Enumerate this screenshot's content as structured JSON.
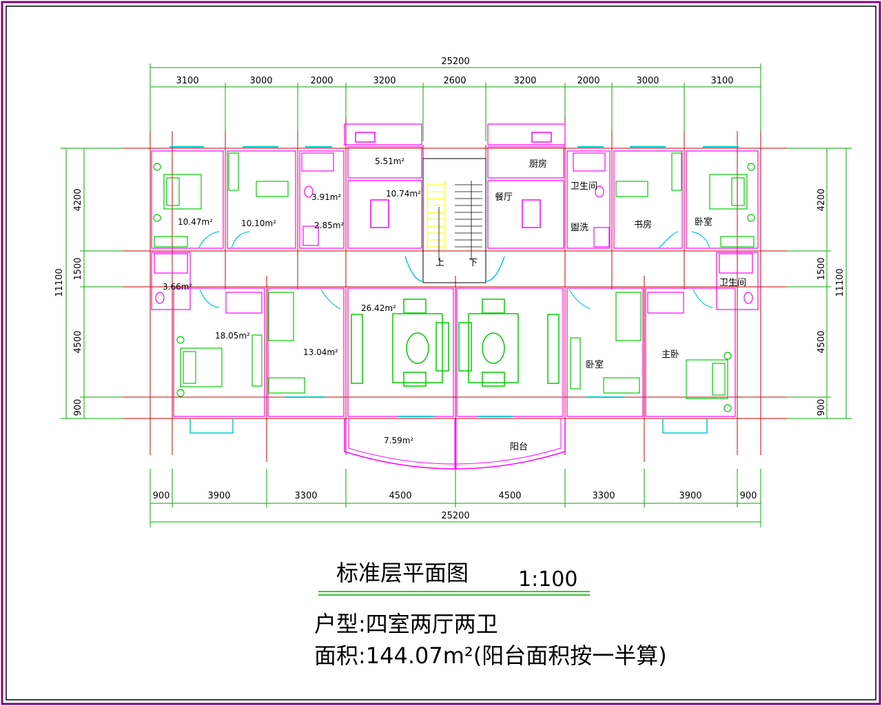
{
  "dims": {
    "top_total": "25200",
    "top_segments": [
      "3100",
      "3000",
      "2000",
      "3200",
      "2600",
      "3200",
      "2000",
      "3000",
      "3100"
    ],
    "bottom_segments": [
      "900",
      "3900",
      "3300",
      "4500",
      "4500",
      "3300",
      "3900",
      "900"
    ],
    "bottom_total": "25200",
    "left_total": "11100",
    "left_segments": [
      "4200",
      "1500",
      "4500",
      "900"
    ],
    "right_total": "11100",
    "right_segments": [
      "4200",
      "1500",
      "4500",
      "900"
    ]
  },
  "areas": {
    "a1": "10.47m²",
    "a2": "10.10m²",
    "a3": "3.91m²",
    "a4": "2.85m²",
    "a5": "5.51m²",
    "a6": "10.74m²",
    "a7": "3.66m²",
    "a8": "18.05m²",
    "a9": "13.04m²",
    "a10": "26.42m²",
    "a11": "7.59m²"
  },
  "rooms": {
    "kitchen": "厨房",
    "bathroom1": "卫生间",
    "dining": "餐厅",
    "washing": "盥洗",
    "study": "书房",
    "bedroom1": "卧室",
    "bathroom2": "卫生间",
    "bedroom2": "卧室",
    "master": "主卧",
    "balcony": "阳台",
    "up": "上",
    "down": "下"
  },
  "title": "标准层平面图",
  "scale": "1:100",
  "unit_type": "户型:四室两厅两卫",
  "area_note": "面积:144.07m²(阳台面积按一半算)",
  "colors": {
    "frame": "#800080",
    "axis": "#cc0000",
    "dim": "#00aa00",
    "wall": "#ff00ff",
    "furniture": "#00cc00",
    "window": "#00cccc",
    "stair": "#ffff00"
  }
}
